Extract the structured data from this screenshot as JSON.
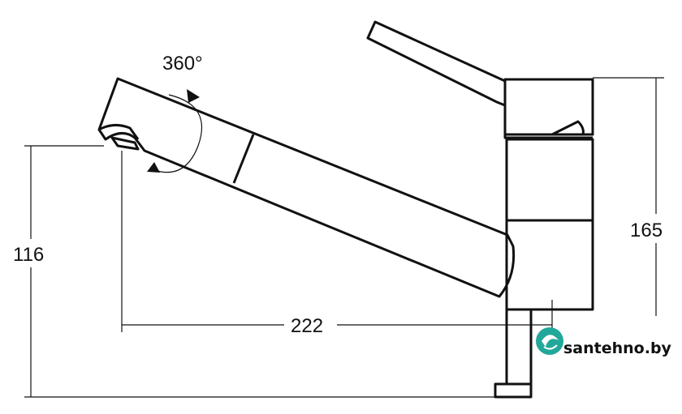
{
  "dimensions": {
    "spout_height": "116",
    "reach": "222",
    "total_height": "165",
    "rotation": "360°"
  },
  "logo": {
    "text": "santehno.by",
    "icon": "shell-icon",
    "icon_color": "#22a89a"
  }
}
